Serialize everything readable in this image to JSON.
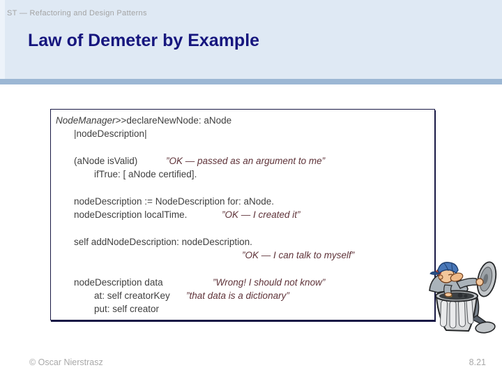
{
  "slide": {
    "course_label": "ST — Refactoring and Design Patterns",
    "title": "Law of Demeter by Example",
    "footer_left": "© Oscar Nierstrasz",
    "page_number": "8.21"
  },
  "colors": {
    "header_bg": "#dfe9f4",
    "band": "#9cb7d4",
    "title": "#16167e",
    "muted_gray": "#a9a9a9",
    "code_text": "#3f3f3f",
    "comment_text": "#5f3339",
    "box_border": "#191945"
  },
  "code_box": {
    "lines": [
      {
        "head": "NodeManager",
        "code": ">>declareNewNode: aNode"
      },
      {
        "code": "|nodeDescription|"
      },
      {
        "code": "(aNode isValid)",
        "comment": "”OK — passed as an argument to me”"
      },
      {
        "code": "ifTrue: [ aNode certified]."
      },
      {
        "code": "nodeDescription := NodeDescription for: aNode."
      },
      {
        "code": "nodeDescription localTime.",
        "comment": "”OK — I created it”"
      },
      {
        "code": "self addNodeDescription: nodeDescription."
      },
      {
        "comment": "”OK — I can talk to myself”"
      },
      {
        "code": "nodeDescription data",
        "comment": "”Wrong! I should not know”"
      },
      {
        "code": "at: self creatorKey",
        "comment": "”that data is a dictionary”"
      },
      {
        "code": "put: self creator"
      }
    ]
  },
  "clipart": {
    "label": "man-rummaging-in-trash-can"
  }
}
